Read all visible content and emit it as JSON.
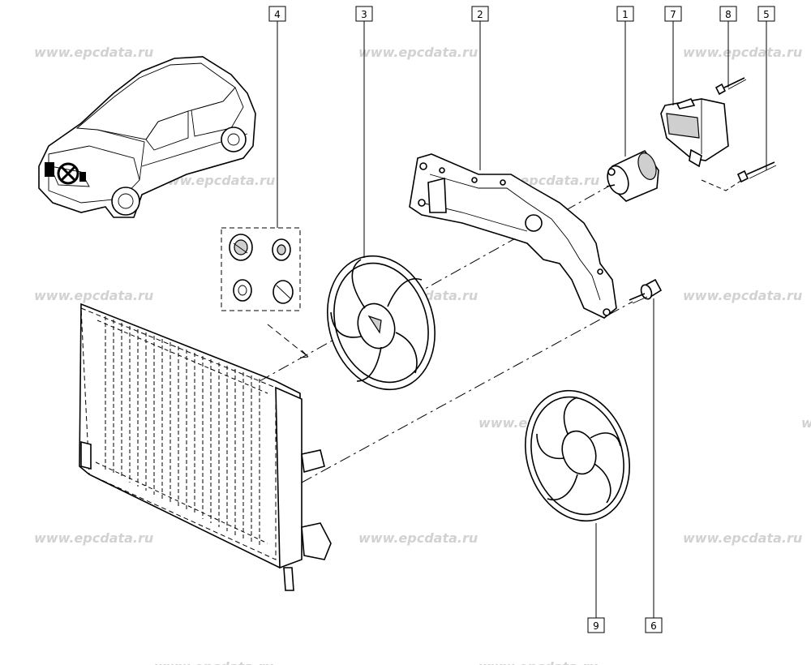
{
  "watermark": "www.epcdata.ru",
  "callouts": {
    "c1": "1",
    "c2": "2",
    "c3": "3",
    "c4": "4",
    "c5": "5",
    "c6": "6",
    "c7": "7",
    "c8": "8",
    "c9": "9"
  }
}
